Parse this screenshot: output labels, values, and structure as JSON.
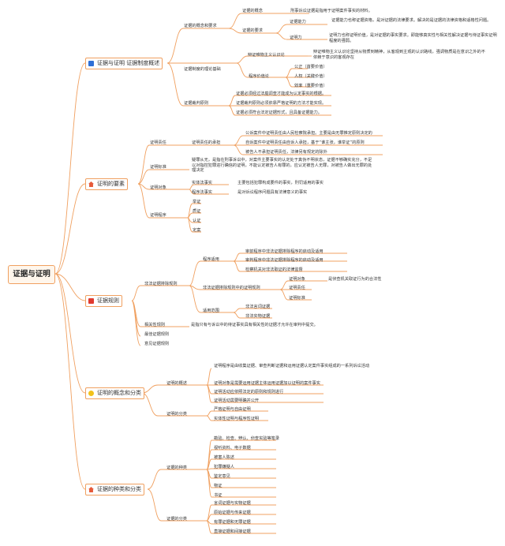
{
  "root": "证据与证明",
  "b1": {
    "title": "证据与证明 证据制度概述",
    "c1": "证据的概念和要求",
    "c1_def_label": "证据的概念",
    "c1_def_text": "刑事诉讼证据是指用于证明案件事实的材料。",
    "c1_req_label": "证据的要求",
    "c1_cap_label": "证据能力",
    "c1_cap_text": "证据能力也称证据资格，是对证据的法律要求。解决的是证据的法律资格和适格性问题。",
    "c1_force_label": "证明力",
    "c1_force_text": "证明力也称证明价值，是对证据的事实要求。即能够真实性与相关性解决证据与待证事实证明程度的强弱。",
    "c2": "证据制度的理论基础",
    "c2_dm_label": "辩证唯物主义认识论",
    "c2_dm_text": "辩证唯物主义认识论坚持从物质到精神，从客观到主观的认识路线，强调物质是在意识之外的不依赖于意识的客观存在",
    "c2_val_label": "程序价值论",
    "c2_val1": "公正（首要价值）",
    "c2_val2": "人权（关键价值）",
    "c2_val3": "效率（重要价值）",
    "c3": "证据裁判原则",
    "c3_l1": "证据必须经过法庭调查才能成为认定事实的根据。",
    "c3_l2": "证据裁判原则必须依靠严格证明的方法才能实现。",
    "c3_l3": "证据必须符合法定证据形式，且具备证据能力。"
  },
  "b2": {
    "title": "证明的要素",
    "c1": "证明责任",
    "c1_sub": "证明责任的承担",
    "c1_l1": "公诉案件中证明责任由人民检察院承担。主要是由无罪推定原则决定的",
    "c1_l2": "自诉案件中证明责任由自诉人承担，基于“谁主张，谁举证”的原则",
    "c1_l3": "被告人不承担证明责任，法律另有规定的除外",
    "c2": "证明标准",
    "c2_text": "疑罪从无，是指在刑事诉讼中，对案件主要事实的认定处于真伪不明状态，证据不够确实充分，不足以对指控犯罪进行确信的证明，不能认定被告人有罪的，应认定被告人无罪，对被告人做出无罪的处理决定",
    "c3": "证明对象",
    "c3_a_label": "实体法事实",
    "c3_a_text": "主要包括犯罪构成要件的事实，刑罚适用的事实",
    "c3_b_label": "程序法事实",
    "c3_b_text": "是对诉讼程序问题具有法律意义的事实",
    "c4": "证明程序",
    "c4_items": [
      "举证",
      "质证",
      "认证",
      "定案"
    ]
  },
  "b3": {
    "title": "证据规则",
    "c1": "非法证据排除规则",
    "c1_a": "程序适用",
    "c1_a1": "审前程序中非法证据排除程序的启动及适用",
    "c1_a2": "审判程序中非法证据排除程序的启动及适用",
    "c1_a3": "检察机关对非法取证的法律监督",
    "c1_b": "非法证据排除规则中的证明规则",
    "c1_b1": "证明对象",
    "c1_b1_text": "是侦查机关取证行为的合法性",
    "c1_b2": "证明责任",
    "c1_b3": "证明标准",
    "c1_c": "适用范围",
    "c1_c1": "非法言词证据",
    "c1_c2": "非法实物证据",
    "c2": "相关性规则",
    "c2_text": "是指只有与诉讼中的待证事实具有相关性的证据才允许在审判中提交。",
    "c3": "最佳证据规则",
    "c4": "意见证据规则"
  },
  "b4": {
    "title": "证明的概念和分类",
    "c1": "证明的概述",
    "c1_l1": "证明程序是由收集证据、审查判断证据和运用证据认定案件事实组成的一系列诉讼活动",
    "c1_l2": "证明对象是需要运用证据主体运用证据加以证明的案件事实",
    "c1_l3": "证明活动应依照法定的原则和规则进行",
    "c1_l4": "证明活动需要明确并公开",
    "c2": "证明的分类",
    "c2_l1": "严格证明与自由证明",
    "c2_l2": "实体性证明与程序性证明"
  },
  "b5": {
    "title": "证据的种类和分类",
    "c1": "证据的种类",
    "c1_items": [
      "勘验、检查、辨认、侦查实验等笔录",
      "视听资料、电子数据",
      "被害人陈述",
      "犯罪嫌疑人",
      "鉴定意见",
      "物证",
      "书证"
    ],
    "c2": "证据的分类",
    "c2_items": [
      "言词证据与实物证据",
      "原始证据与传来证据",
      "有罪证据和无罪证据",
      "直接证据和间接证据"
    ]
  }
}
